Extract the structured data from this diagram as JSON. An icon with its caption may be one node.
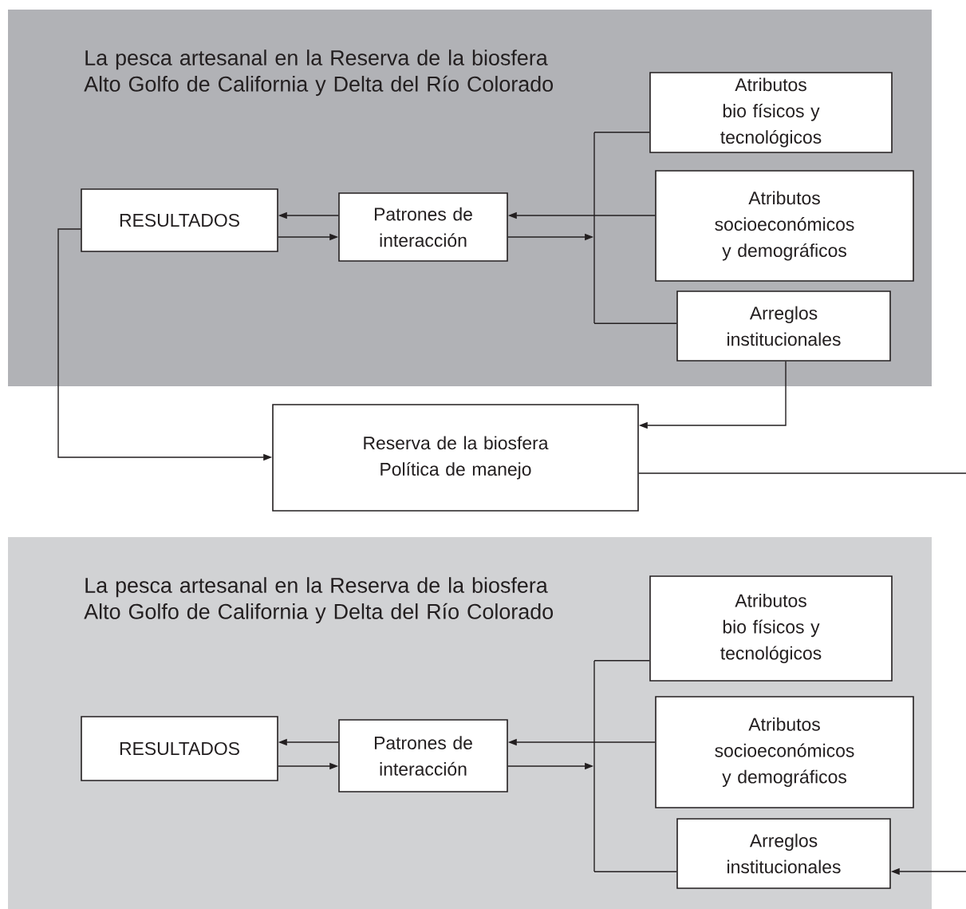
{
  "diagram": {
    "nodes": [
      {
        "text": [
          "La pesca artesanal en la Reserva de la biosfera Alto Golfo de California y Delta del Río Colorado"
        ]
      },
      {
        "text": [
          "Atributos bio físicos y tecnológicos"
        ],
        "in": 0
      },
      {
        "text": [
          "RESULTADOS"
        ],
        "in": 0
      },
      {
        "text": [
          "Patrones de interacción"
        ],
        "in": 0
      },
      {
        "text": [
          "Atributos socioeconómicos y demográficos"
        ],
        "in": 0
      },
      {
        "text": [
          "Arreglos institucionales"
        ],
        "in": 0
      },
      {
        "text": [
          "Reserva de la biosfera Política de manejo"
        ]
      },
      {
        "text": [
          "La pesca artesanal en la Reserva de la biosfera Alto Golfo de California y Delta del Río Colorado"
        ]
      },
      {
        "text": [
          "Atributos bio físicos y tecnológicos"
        ],
        "in": 7
      },
      {
        "text": [
          "RESULTADOS"
        ],
        "in": 7
      },
      {
        "text": [
          "Patrones de interacción"
        ],
        "in": 7
      },
      {
        "text": [
          "Atributos socioeconómicos y demográficos"
        ],
        "in": 7
      },
      {
        "text": [
          "Arreglos institucionales"
        ],
        "in": 7
      },
      {
        "text": [],
        "shape": "bar",
        "in": 0
      },
      {
        "text": [],
        "shape": "bar",
        "in": 7
      }
    ],
    "edges": [
      {
        "from": 3,
        "to": 2,
        "arrow": "to"
      },
      {
        "from": 2,
        "to": 3,
        "arrow": "to"
      },
      {
        "from": 4,
        "to": 3,
        "arrow": "to"
      },
      {
        "from": 3,
        "to": 13,
        "arrow": "to"
      },
      {
        "from": 13,
        "to": 1,
        "arrow": "none"
      },
      {
        "from": 2,
        "to": 6,
        "arrow": "to"
      },
      {
        "from": 5,
        "to": 6,
        "arrow": "to"
      },
      {
        "from": 6,
        "to": 12,
        "arrow": "to"
      },
      {
        "from": 10,
        "to": 9,
        "arrow": "to"
      },
      {
        "from": 9,
        "to": 10,
        "arrow": "to"
      },
      {
        "from": 11,
        "to": 10,
        "arrow": "to"
      },
      {
        "from": 10,
        "to": 14,
        "arrow": "to"
      },
      {
        "from": 14,
        "to": 8,
        "arrow": "none"
      },
      {
        "from": 13,
        "to": 5,
        "arrow": "none"
      },
      {
        "from": 14,
        "to": 12,
        "arrow": "none"
      }
    ]
  }
}
